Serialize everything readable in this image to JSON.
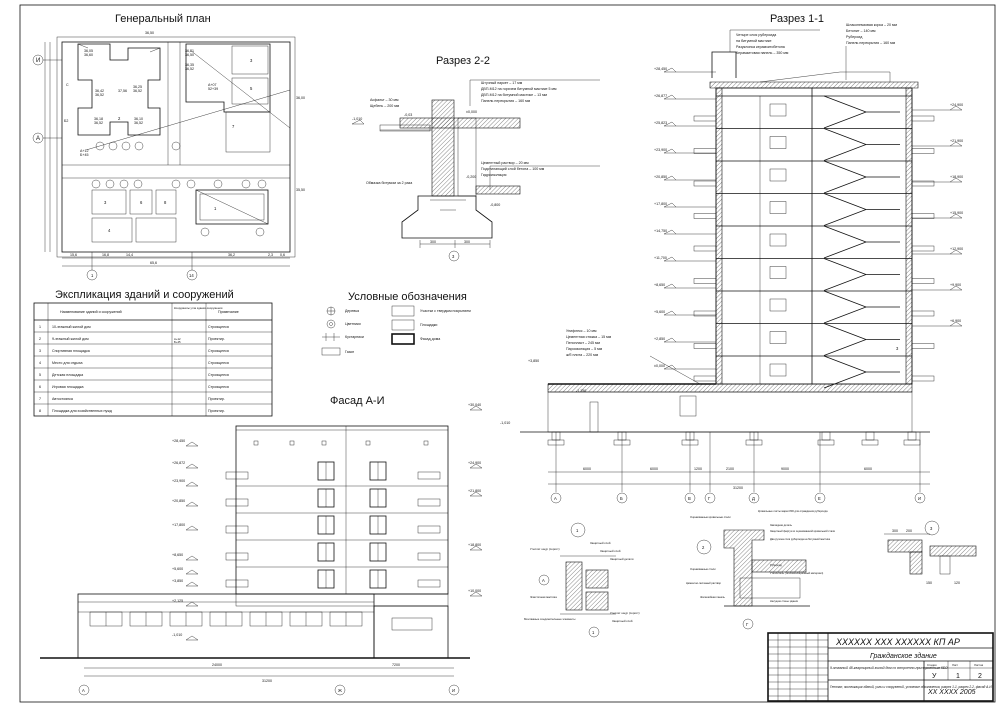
{
  "general_plan": {
    "title": "Генеральный план",
    "axis_labels": [
      "И",
      "А"
    ],
    "bottom_axes": [
      "1",
      "14"
    ],
    "dims_top": "36,50",
    "dims_right": [
      "36,00",
      "35,50"
    ],
    "dims_bottom": [
      "15,6",
      "65,6",
      "14,4",
      "16,8",
      "36,2",
      "2,3",
      "0,6"
    ],
    "elevations": [
      "36,05\n36,60",
      "36,21\n36,50",
      "36,42\n36,52",
      "37,56",
      "36,25\n36,52",
      "36,35\n36,52",
      "36,18\n36,52",
      "36,10\n36,52",
      "A+07\n52+39",
      "A+12\nБ+45"
    ],
    "zone_numbers": [
      "1",
      "2",
      "3",
      "4",
      "5",
      "6",
      "7",
      "8"
    ],
    "left_dims": [
      "Б2",
      "С"
    ]
  },
  "section22": {
    "title": "Разрез 2-2",
    "notes_top": [
      "Штучный паркет – 17 мм",
      "ДВП-М12 на горячем битумной мастике 5 мм",
      "ДВП-М12 на битумной мастике – 13 мм",
      "Панель перекрытия – 160 мм"
    ],
    "notes_bottom": [
      "Цементный раствор – 20 мм",
      "Подстилающий слой бетона – 100 мм",
      "Гидроизоляция"
    ],
    "left_notes": [
      "Асфальт – 30 мм",
      "Щебень – 200 мм"
    ],
    "levels": [
      "-1,010",
      "-0,03",
      "±0,000",
      "-0,200",
      "-0,800"
    ],
    "coating": "Обмазка битумом за 2 раза",
    "dims": [
      "300",
      "300"
    ],
    "marker": "3"
  },
  "section11": {
    "title": "Разрез 1-1",
    "notes_roof": [
      "Четыре слоя рубероида",
      "на битумной мастике",
      "Разуклонка керамзитобетона",
      "Керамзитовая панель – 350 мм"
    ],
    "notes_right": [
      "Шлакопемзовая корка – 20 мм",
      "Бетонит – 140 мм",
      "Рубероид",
      "Панель перекрытия – 160 мм"
    ],
    "notes_floor": [
      "Унифлекс – 10 мм",
      "Цементная стяжка – 15 мм",
      "Пенопласт – 245 мм",
      "Пароизоляция – 5 мм",
      "ж/б плита – 220 мм"
    ],
    "left_levels": [
      "+28,450",
      "+26,877",
      "+25,823",
      "+23,900",
      "+20,850",
      "+17,800",
      "+14,750",
      "+11,700",
      "+8,650",
      "+5,600",
      "+2,850",
      "±0,000"
    ],
    "right_levels": [
      "+24,900",
      "+21,900",
      "+18,900",
      "+15,900",
      "+12,900",
      "+9,900",
      "+6,900"
    ],
    "low_levels": [
      "+3,850",
      "-1,010",
      "-1,150"
    ],
    "axes": [
      "А",
      "Б",
      "В",
      "Г",
      "Д",
      "Е",
      "И"
    ],
    "dims": [
      "6000",
      "6000",
      "1200",
      "2100",
      "9000",
      "6000"
    ],
    "total": "31200",
    "marker": "3"
  },
  "explication": {
    "title": "Экспликация зданий и сооружений",
    "headers": [
      "",
      "Наименование зданий и сооружений",
      "Координаты угла здания-сооружения",
      "Примечание"
    ],
    "rows": [
      [
        "1",
        "10-этажный жилой дом",
        "",
        "Строящееся"
      ],
      [
        "2",
        "9-этажный жилой дом",
        "А+12\nБ+45",
        "Проектир."
      ],
      [
        "3",
        "Спортивная площадка",
        "",
        "Строящееся"
      ],
      [
        "4",
        "Место для отдыха",
        "",
        "Строящееся"
      ],
      [
        "5",
        "Детская площадка",
        "",
        "Строящееся"
      ],
      [
        "6",
        "Игровая площадка",
        "",
        "Строящееся"
      ],
      [
        "7",
        "Автостоянка",
        "",
        "Проектир."
      ],
      [
        "8",
        "Площадка для хозяйственных нужд",
        "",
        "Проектир."
      ]
    ]
  },
  "legend": {
    "title": "Условные обозначения",
    "items": [
      "Деревья",
      "Цветники",
      "Кустарники",
      "Газон",
      "Участки с твердым покрытием",
      "Площадки",
      "Фасад дома"
    ]
  },
  "facade": {
    "title": "Фасад А-И",
    "levels_left": [
      "+28,450",
      "+26,872",
      "+23,900",
      "+20,850",
      "+17,800",
      "+8,650",
      "+5,600",
      "+3,850",
      "+2,125",
      "-1,010"
    ],
    "levels_right": [
      "+30,040",
      "+24,900",
      "+21,800",
      "+18,800",
      "+10,000"
    ],
    "dims": [
      "24000",
      "7200"
    ],
    "total": "31200",
    "axes": [
      "А",
      "Ж",
      "И"
    ]
  },
  "node1": {
    "marker": "1",
    "labels": [
      "Утеплит шнур (порист)",
      "Защитный слой",
      "Защитный слой",
      "Защитный детали",
      "Эластичная мастика",
      "Монтажные соединительные элементы",
      "Утеплит шнур (порист)",
      "Защитный слой"
    ],
    "axis": "А",
    "bottom": "1"
  },
  "node2": {
    "marker": "2",
    "labels": [
      "Оцинкованные кровельные стали",
      "Кровельные листы марки 800 для ограждения рубероида",
      "Закладная деталь",
      "Защитный фартук из оцинкованной кровельной стали",
      "Два рулона слоя рубероида на битумной мастике",
      "Оцинкованные стали",
      "Цементно-песчаный раствор",
      "Рубероид",
      "Утеплитель (теплоизоляционный материал)",
      "Жалюзийная панель",
      "Несущие стены здания"
    ],
    "axis": "Г"
  },
  "node3": {
    "marker": "3",
    "dims": [
      "300",
      "200",
      "150",
      "120"
    ]
  },
  "title_block": {
    "code": "XXXXXX XXX XXXXXX КП АР",
    "subject": "Гражданское здание",
    "description": "9-этажный 48-квартирный жилой дом со встроенно-пристроенным КБО",
    "stage": "У",
    "sheet": "1",
    "sheets": "2",
    "contents": "Генплан, экспликация зданий, узлы и сооружений, условные обозначения, разрез 1-1, разрез 2-2, фасад А-И",
    "org": "XX XXXX 2005",
    "headers": [
      "Стадия",
      "Лист",
      "Листов"
    ]
  }
}
